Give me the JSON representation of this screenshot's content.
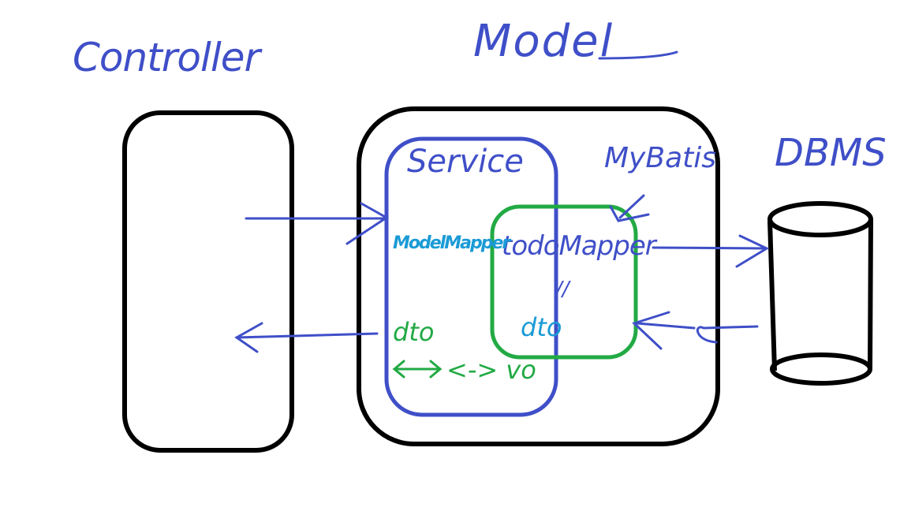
{
  "labels": {
    "controller": "Controller",
    "model": "Model",
    "service": "Service",
    "mybatis": "MyBatis",
    "dbms": "DBMS",
    "todo_mapper": "todoMapper",
    "mapper_separator": "//",
    "dto": "dto",
    "service_scribble_1": "ModelMapper",
    "service_scribble_2": "dto",
    "vo": "<-> vo"
  },
  "colors": {
    "outline": "#000000",
    "ink_blue": "#3f4fc8",
    "ink_green": "#22aa44",
    "ink_cyan": "#1a9bd6"
  }
}
